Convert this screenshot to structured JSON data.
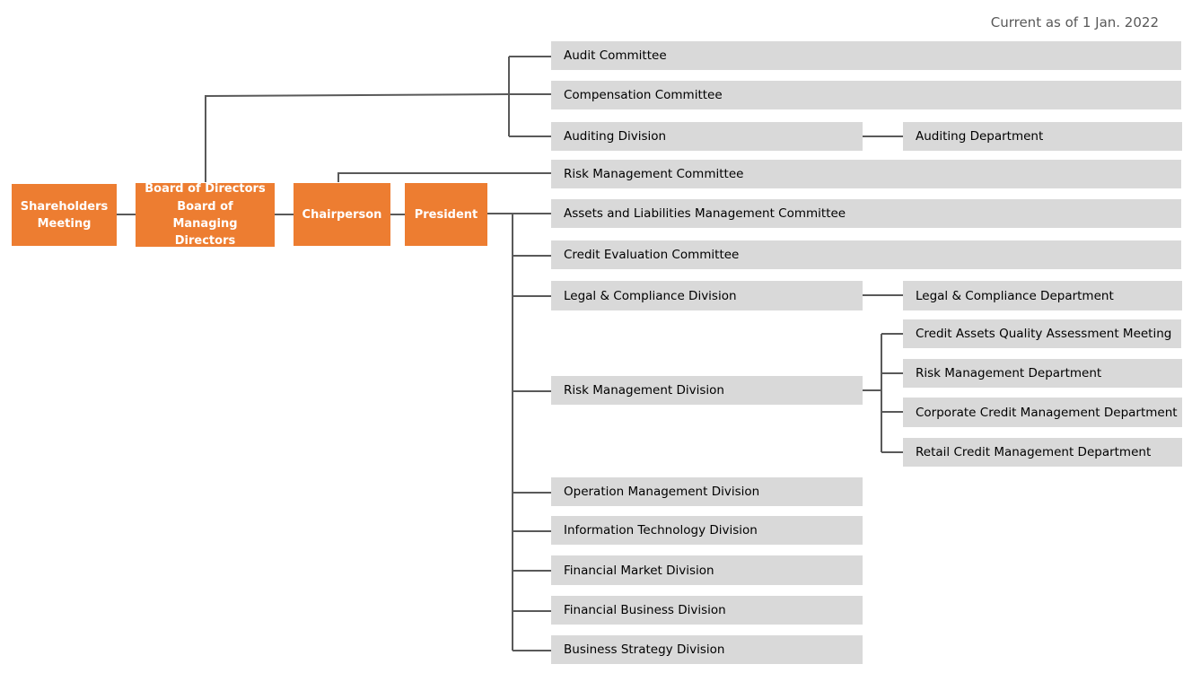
{
  "date_note": "Current as of 1 Jan. 2022",
  "nodes": {
    "shareholders": "Shareholders Meeting",
    "board_of_directors": "Board of Directors",
    "board_of_managing_directors": "Board of Managing Directors",
    "chairperson": "Chairperson",
    "president": "President",
    "audit_committee": "Audit Committee",
    "compensation_committee": "Compensation Committee",
    "auditing_division": "Auditing Division",
    "auditing_department": "Auditing Department",
    "risk_management_committee": "Risk Management Committee",
    "alm_committee": "Assets and Liabilities Management Committee",
    "credit_evaluation_committee": "Credit Evaluation Committee",
    "legal_compliance_division": "Legal & Compliance Division",
    "legal_compliance_department": "Legal & Compliance Department",
    "risk_management_division": "Risk Management Division",
    "credit_assets_meeting": "Credit Assets Quality Assessment Meeting",
    "risk_management_department": "Risk Management Department",
    "corporate_credit_department": "Corporate Credit Management Department",
    "retail_credit_department": "Retail Credit Management Department",
    "operation_management_division": "Operation Management Division",
    "information_technology_division": "Information Technology Division",
    "financial_market_division": "Financial Market Division",
    "financial_business_division": "Financial Business Division",
    "business_strategy_division": "Business Strategy Division"
  },
  "colors": {
    "primary_box": "#ED7D31",
    "unit_box": "#D9D9D9",
    "connector": "#595959"
  }
}
